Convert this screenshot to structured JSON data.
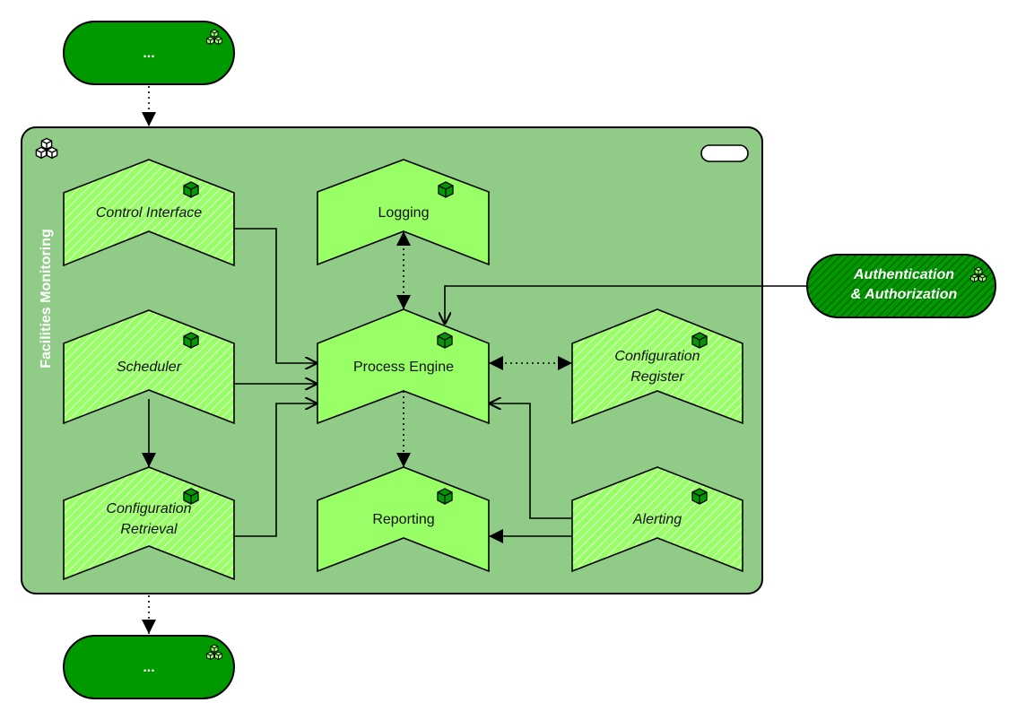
{
  "diagram": {
    "container": {
      "title": "Facilities Monitoring",
      "fill": "#90cc87"
    },
    "colors": {
      "component_fill": "#99ff66",
      "external_fill": "#009900",
      "hatch_stripe": "#ffffff",
      "cube_fill": "#009900",
      "stroke": "#000000"
    },
    "external_top": {
      "label": "...",
      "icon": "component-group-icon"
    },
    "external_bottom": {
      "label": "...",
      "icon": "component-group-icon"
    },
    "external_auth": {
      "line1": "Authentication",
      "line2": "& Authorization",
      "icon": "component-group-icon"
    },
    "components": {
      "control_interface": {
        "label": "Control Interface",
        "style": "hatched",
        "italic": true
      },
      "logging": {
        "label": "Logging",
        "style": "solid",
        "italic": false
      },
      "scheduler": {
        "label": "Scheduler",
        "style": "hatched",
        "italic": true
      },
      "process_engine": {
        "label": "Process Engine",
        "style": "solid",
        "italic": false
      },
      "config_register": {
        "line1": "Configuration",
        "line2": "Register",
        "style": "hatched",
        "italic": true
      },
      "config_retrieval": {
        "line1": "Configuration",
        "line2": "Retrieval",
        "style": "hatched",
        "italic": true
      },
      "reporting": {
        "label": "Reporting",
        "style": "solid",
        "italic": false
      },
      "alerting": {
        "label": "Alerting",
        "style": "hatched",
        "italic": true
      }
    },
    "connections": [
      {
        "from": "external_top",
        "to": "container",
        "style": "dotted",
        "arrow": "filled"
      },
      {
        "from": "container",
        "to": "external_bottom",
        "style": "dotted",
        "arrow": "filled"
      },
      {
        "from": "control_interface",
        "to": "process_engine",
        "style": "solid",
        "arrow": "open"
      },
      {
        "from": "scheduler",
        "to": "process_engine",
        "style": "solid",
        "arrow": "open"
      },
      {
        "from": "config_retrieval",
        "to": "process_engine",
        "style": "solid",
        "arrow": "open"
      },
      {
        "from": "scheduler",
        "to": "config_retrieval",
        "style": "solid",
        "arrow": "filled"
      },
      {
        "from": "process_engine",
        "to": "logging",
        "style": "dotted",
        "arrow": "filled-both"
      },
      {
        "from": "process_engine",
        "to": "config_register",
        "style": "dotted",
        "arrow": "filled-both"
      },
      {
        "from": "process_engine",
        "to": "reporting",
        "style": "dotted",
        "arrow": "filled"
      },
      {
        "from": "alerting",
        "to": "process_engine",
        "style": "solid",
        "arrow": "open"
      },
      {
        "from": "alerting",
        "to": "reporting",
        "style": "solid",
        "arrow": "filled"
      },
      {
        "from": "external_auth",
        "to": "process_engine",
        "style": "solid",
        "arrow": "open"
      }
    ]
  }
}
